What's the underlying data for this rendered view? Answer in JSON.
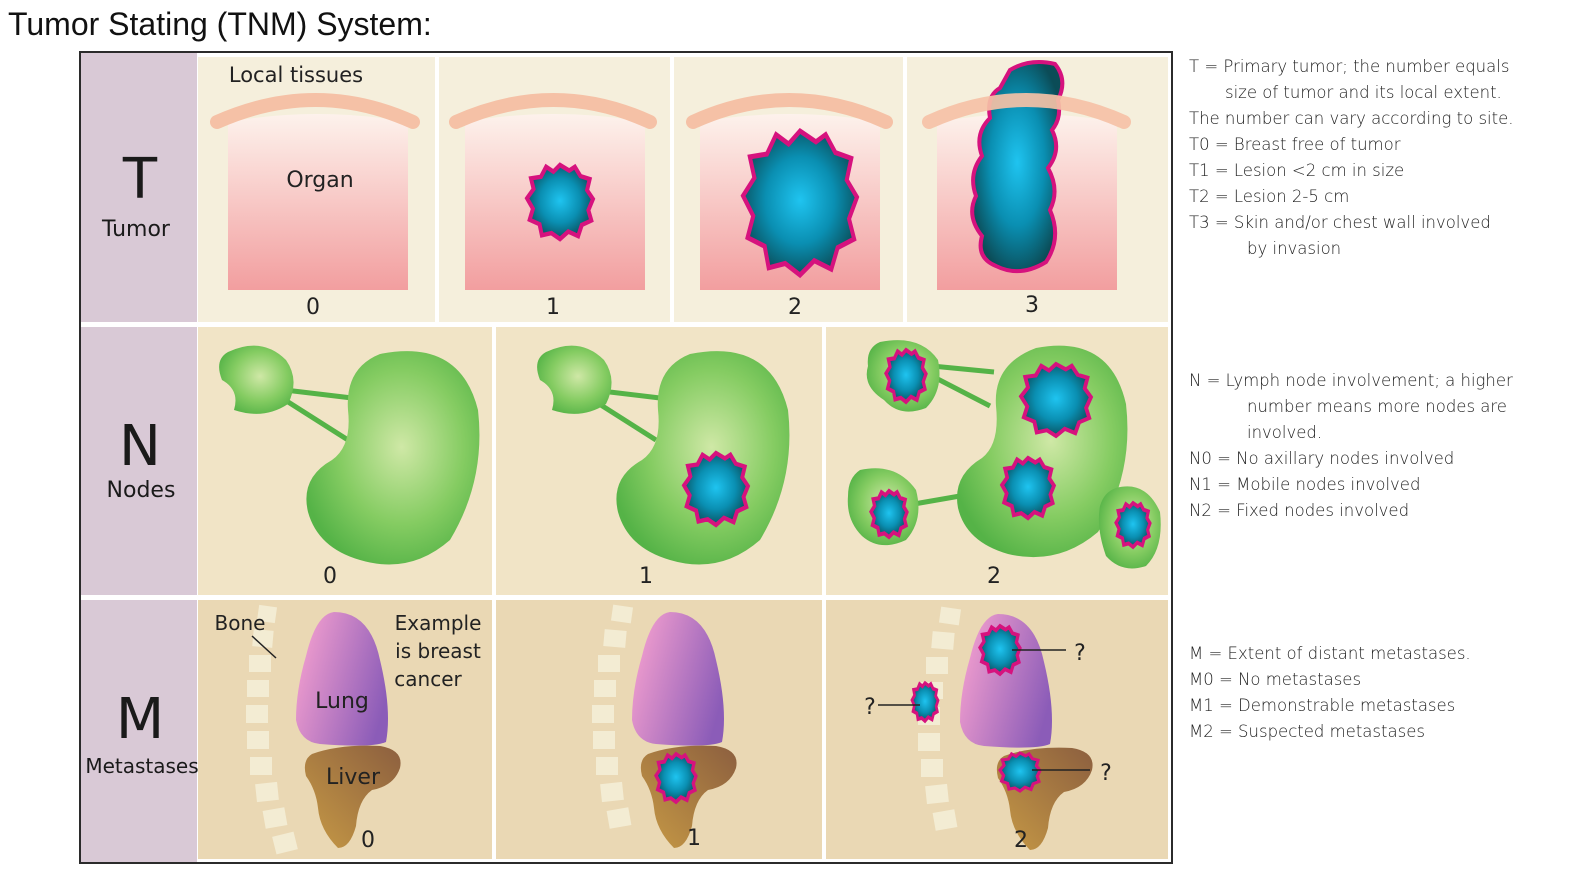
{
  "title": "Tumor Stating (TNM) System:",
  "rows": {
    "t": {
      "letter": "T",
      "name": "Tumor"
    },
    "n": {
      "letter": "N",
      "name": "Nodes"
    },
    "m": {
      "letter": "M",
      "name": "Metastases"
    }
  },
  "t_panels": {
    "local_tissues": "Local tissues",
    "organ": "Organ",
    "stages": [
      "0",
      "1",
      "2",
      "3"
    ]
  },
  "n_panels": {
    "stages": [
      "0",
      "1",
      "2"
    ]
  },
  "m_panels": {
    "bone": "Bone",
    "note": [
      "Example",
      "is breast",
      "cancer"
    ],
    "lung": "Lung",
    "liver": "Liver",
    "question": "?",
    "stages": [
      "0",
      "1",
      "2"
    ]
  },
  "legend": {
    "t": [
      "T = Primary tumor; the number equals",
      "size of tumor and its local extent.",
      "The number can vary according to site.",
      "T0 = Breast free of tumor",
      "T1 = Lesion <2 cm in size",
      "T2 = Lesion 2-5 cm",
      "T3 = Skin and/or chest wall involved",
      "by invasion"
    ],
    "n": [
      "N = Lymph node involvement; a higher",
      "number means more nodes are",
      "involved.",
      "N0 = No axillary nodes involved",
      "N1 = Mobile nodes involved",
      "N2 = Fixed nodes involved"
    ],
    "m": [
      "M = Extent of distant metastases.",
      "M0 = No metastases",
      "M1 = Demonstrable metastases",
      "M2 = Suspected metastases"
    ]
  },
  "colors": {
    "frame": "#2b2b2b",
    "label_column": "#d9c9d6",
    "t_bg": "#f5efdc",
    "n_bg": "#f1e4c6",
    "m_bg": "#ead8b4",
    "tissue": "#f5c1a6",
    "tumor": "#00b0d8",
    "tumor_border": "#d6127e",
    "node": "#6cc04a",
    "lung": "#a65fbe",
    "liver": "#a5703a"
  }
}
